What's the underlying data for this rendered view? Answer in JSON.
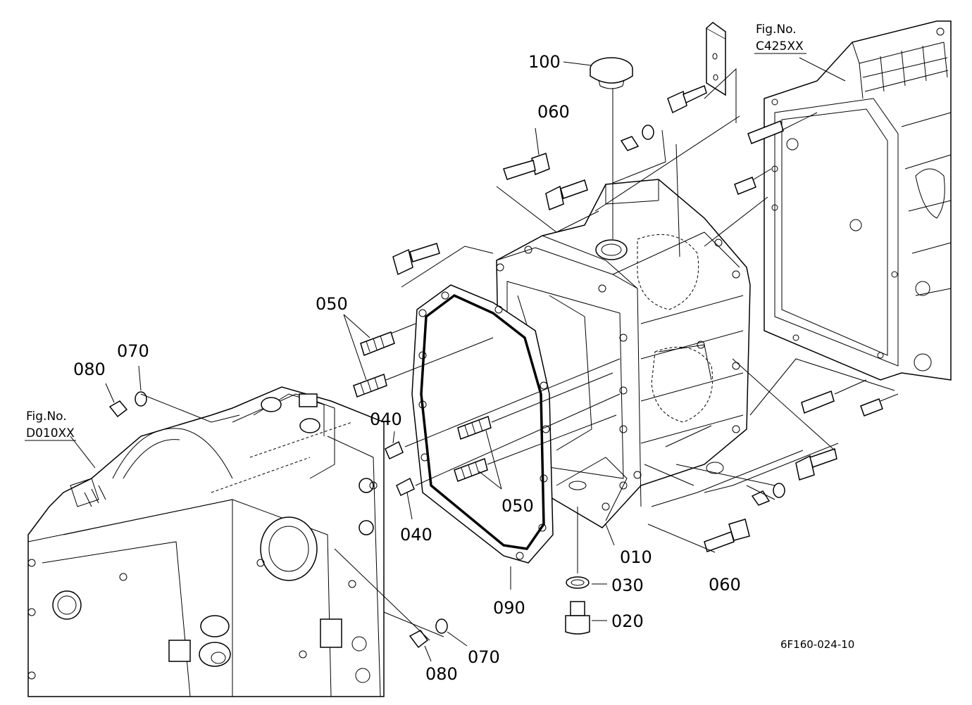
{
  "callouts": [
    {
      "id": "p100",
      "text": "100"
    },
    {
      "id": "p060a",
      "text": "060"
    },
    {
      "id": "p050a",
      "text": "050"
    },
    {
      "id": "p070a",
      "text": "070"
    },
    {
      "id": "p080a",
      "text": "080"
    },
    {
      "id": "p040a",
      "text": "040"
    },
    {
      "id": "p040b",
      "text": "040"
    },
    {
      "id": "p050b",
      "text": "050"
    },
    {
      "id": "p090",
      "text": "090"
    },
    {
      "id": "p010",
      "text": "010"
    },
    {
      "id": "p060b",
      "text": "060"
    },
    {
      "id": "p030",
      "text": "030"
    },
    {
      "id": "p020",
      "text": "020"
    },
    {
      "id": "p070b",
      "text": "070"
    },
    {
      "id": "p080b",
      "text": "080"
    }
  ],
  "figrefs": {
    "top_right": {
      "line1": "Fig.No.",
      "line2": "C425XX"
    },
    "left": {
      "line1": "Fig.No.",
      "line2": "D010XX"
    }
  },
  "diagram_code": "6F160-024-10"
}
